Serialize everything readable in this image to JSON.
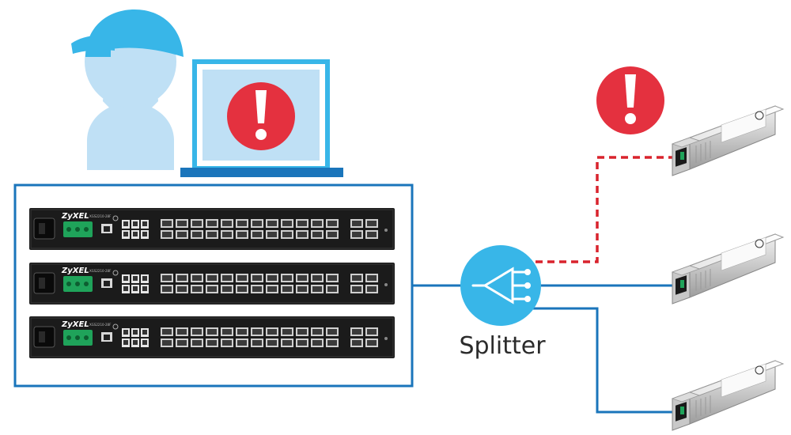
{
  "diagram": {
    "splitter_label": "Splitter",
    "switch_brand": "ZyXEL",
    "switch_model": "XGS2210-28F",
    "switch_count": 3,
    "colors": {
      "accent_blue": "#1a75bb",
      "light_blue": "#38b6e8",
      "pale_blue": "#bfe0f5",
      "alert_red": "#e4313f",
      "dashed_red": "#d9232d",
      "switch_body": "#1b1b1b"
    },
    "icons": {
      "user": "user-icon",
      "laptop": "laptop-icon",
      "alert": "exclamation-alert-icon",
      "splitter": "optical-splitter-icon",
      "transceiver": "sfp-transceiver-icon"
    },
    "links": [
      {
        "from": "splitter",
        "to": "transceiver-1",
        "style": "dashed",
        "status": "fault"
      },
      {
        "from": "splitter",
        "to": "transceiver-2",
        "style": "solid",
        "status": "ok"
      },
      {
        "from": "splitter",
        "to": "transceiver-3",
        "style": "solid",
        "status": "ok"
      }
    ]
  }
}
